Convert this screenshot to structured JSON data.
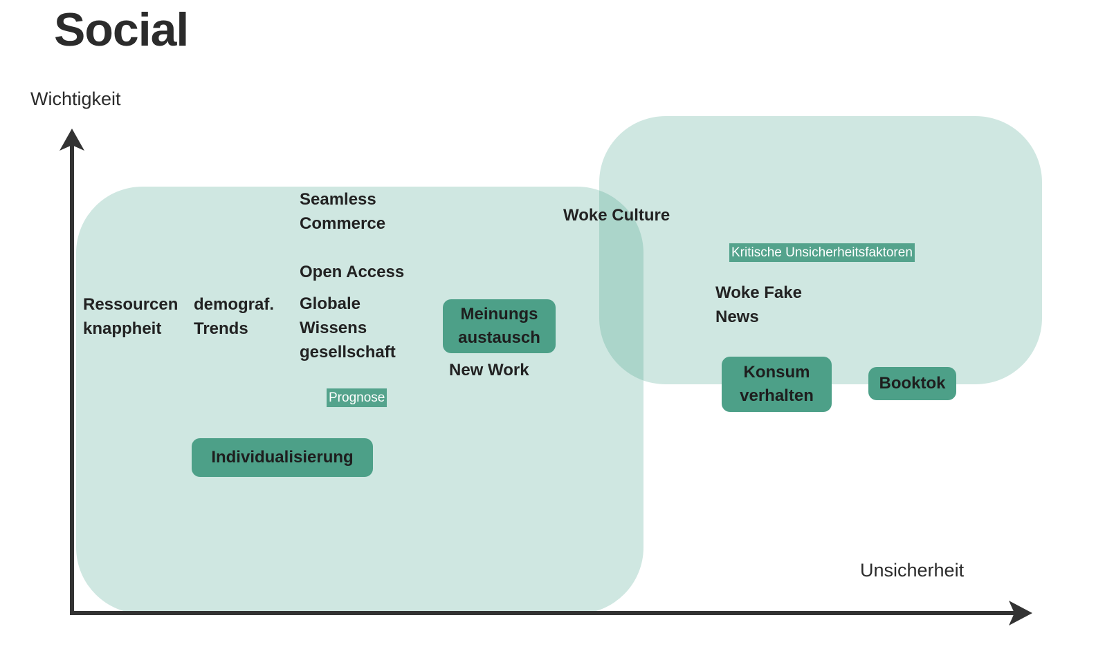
{
  "title": "Social",
  "axes": {
    "y_label": "Wichtigkeit",
    "x_label": "Unsicherheit"
  },
  "colors": {
    "zone_fill": "#3f9e87",
    "zone_visible": "#cce5e0",
    "zone_overlap": "#afd8d0",
    "pill_fill": "#4da088",
    "tag_fill": "#54a38c",
    "text_dark": "#222222",
    "tag_text": "#ffffff",
    "axis": "#333333",
    "background": "#ffffff"
  },
  "zones": [
    {
      "name": "low-uncertainty-zone"
    },
    {
      "name": "high-uncertainty-zone"
    }
  ],
  "items": [
    {
      "label": "Ressourcen\nknappheit"
    },
    {
      "label": "demograf.\nTrends"
    },
    {
      "label": "Seamless\nCommerce"
    },
    {
      "label": "Open Access"
    },
    {
      "label": "Globale\nWissens\ngesellschaft"
    },
    {
      "label": "New Work"
    },
    {
      "label": "Woke Culture"
    },
    {
      "label": "Woke Fake\nNews"
    }
  ],
  "pills": [
    {
      "label": "Meinungs\naustausch"
    },
    {
      "label": "Individualisierung"
    },
    {
      "label": "Konsum\nverhalten"
    },
    {
      "label": "Booktok"
    }
  ],
  "tags": [
    {
      "label": "Prognose"
    },
    {
      "label": "Kritische Unsicherheitsfaktoren"
    }
  ],
  "chart_data": {
    "type": "scatter",
    "title": "Social",
    "xlabel": "Unsicherheit",
    "ylabel": "Wichtigkeit",
    "grid": false,
    "legend_position": "inline",
    "annotations": [
      "Prognose",
      "Kritische Unsicherheitsfaktoren"
    ],
    "groups": [
      {
        "name": "Prognose",
        "zone": "low-uncertainty-zone",
        "style": "plain-text",
        "points": [
          {
            "label": "Ressourcen knappheit",
            "uncertainty": 0.08,
            "importance": 0.55
          },
          {
            "label": "demograf. Trends",
            "uncertainty": 0.21,
            "importance": 0.55
          },
          {
            "label": "Seamless Commerce",
            "uncertainty": 0.33,
            "importance": 0.8
          },
          {
            "label": "Open Access",
            "uncertainty": 0.33,
            "importance": 0.65
          },
          {
            "label": "Globale Wissensgesellschaft",
            "uncertainty": 0.33,
            "importance": 0.52
          },
          {
            "label": "New Work",
            "uncertainty": 0.49,
            "importance": 0.45
          }
        ]
      },
      {
        "name": "Prognose-hervorgehoben",
        "zone": "low-uncertainty-zone",
        "style": "pill",
        "points": [
          {
            "label": "Meinungs austausch",
            "uncertainty": 0.49,
            "importance": 0.55
          },
          {
            "label": "Individualisierung",
            "uncertainty": 0.24,
            "importance": 0.32
          }
        ]
      },
      {
        "name": "Kritische Unsicherheitsfaktoren",
        "zone": "high-uncertainty-zone",
        "style": "plain-text",
        "points": [
          {
            "label": "Woke Culture",
            "uncertainty": 0.59,
            "importance": 0.78
          },
          {
            "label": "Woke Fake News",
            "uncertainty": 0.77,
            "importance": 0.6
          }
        ]
      },
      {
        "name": "Kritische-hervorgehoben",
        "zone": "high-uncertainty-zone",
        "style": "pill",
        "points": [
          {
            "label": "Konsum verhalten",
            "uncertainty": 0.79,
            "importance": 0.4
          },
          {
            "label": "Booktok",
            "uncertainty": 0.94,
            "importance": 0.41
          }
        ]
      }
    ]
  }
}
